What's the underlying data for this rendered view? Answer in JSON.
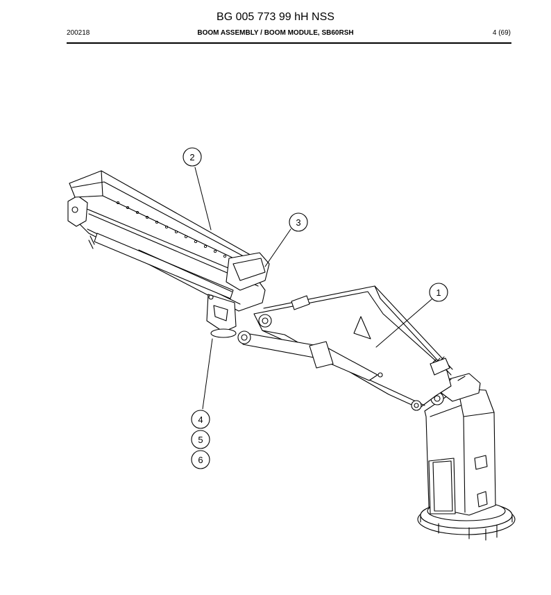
{
  "header": {
    "document_number": "BG 005 773 99 hH NSS",
    "date_code": "200218",
    "section_title": "BOOM ASSEMBLY / BOOM MODULE, SB60RSH",
    "page_indicator": "4 (69)"
  },
  "drawing": {
    "callouts": [
      "1",
      "2",
      "3",
      "4",
      "5",
      "6"
    ]
  }
}
